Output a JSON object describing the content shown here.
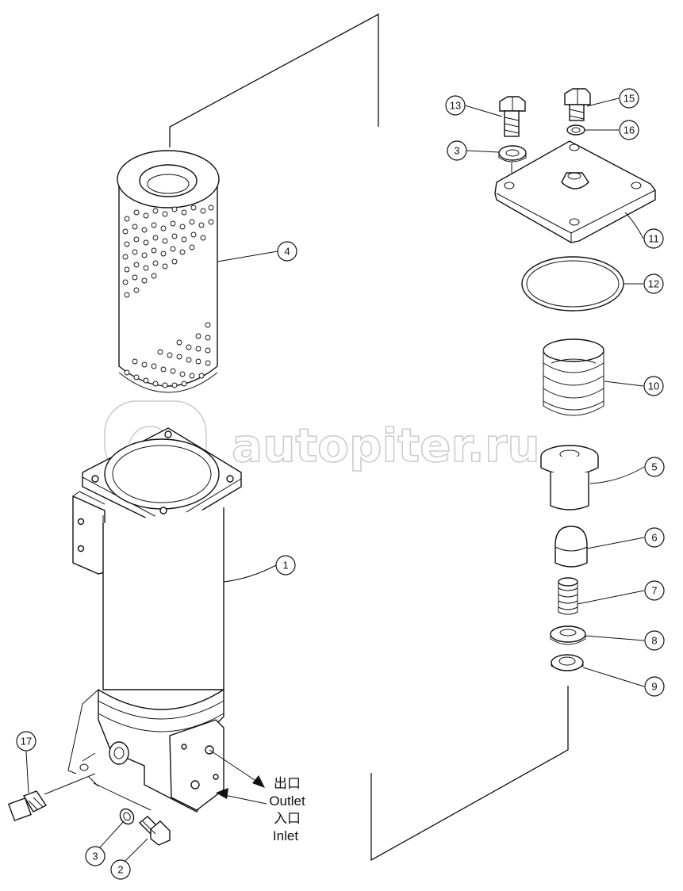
{
  "watermark": "autopiter.ru",
  "labels": {
    "outlet_cn": "出口",
    "outlet_en": "Outlet",
    "inlet_cn": "入口",
    "inlet_en": "Inlet"
  },
  "callouts": [
    {
      "id": "c13",
      "num": "13"
    },
    {
      "id": "c15",
      "num": "15"
    },
    {
      "id": "c16",
      "num": "16"
    },
    {
      "id": "c3a",
      "num": "3"
    },
    {
      "id": "c4",
      "num": "4"
    },
    {
      "id": "c11",
      "num": "11"
    },
    {
      "id": "c12",
      "num": "12"
    },
    {
      "id": "c10",
      "num": "10"
    },
    {
      "id": "c5",
      "num": "5"
    },
    {
      "id": "c1",
      "num": "1"
    },
    {
      "id": "c6",
      "num": "6"
    },
    {
      "id": "c7",
      "num": "7"
    },
    {
      "id": "c8",
      "num": "8"
    },
    {
      "id": "c9",
      "num": "9"
    },
    {
      "id": "c17",
      "num": "17"
    },
    {
      "id": "c3b",
      "num": "3"
    },
    {
      "id": "c2",
      "num": "2"
    }
  ]
}
